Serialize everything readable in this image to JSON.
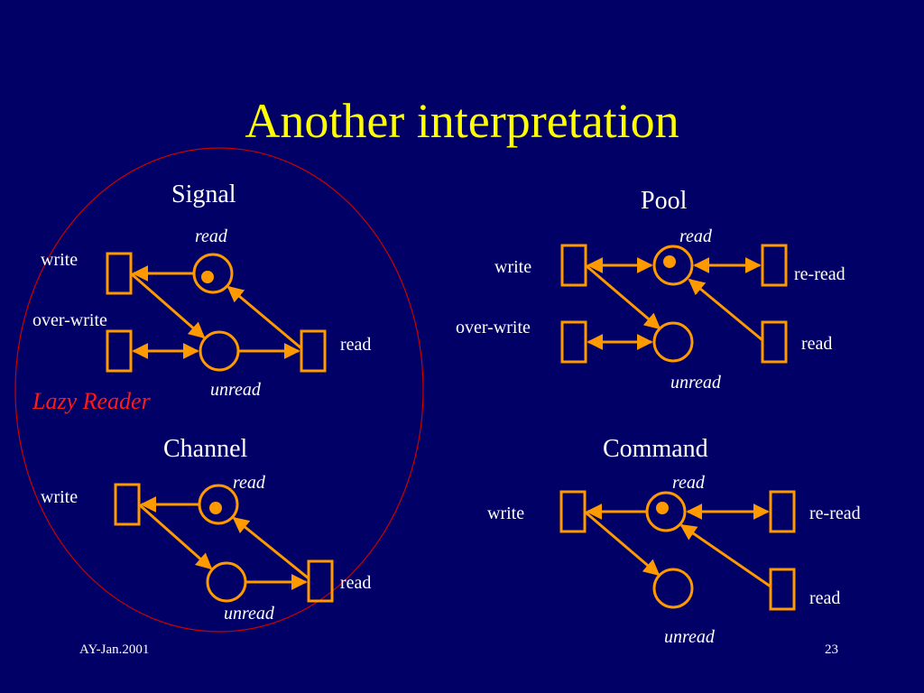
{
  "slide": {
    "title": "Another interpretation",
    "footer_left": "AY-Jan.2001",
    "page_number": "23"
  },
  "colors": {
    "background": "#000066",
    "title": "#ffff00",
    "arc": "#ff9900",
    "token": "#ff9900",
    "group_ellipse": "#cc0000",
    "emphasis_text": "#ff1a1a"
  },
  "signal": {
    "heading": "Signal",
    "write": "write",
    "over_write": "over-write",
    "read_place": "read",
    "unread_place": "unread",
    "read": "read",
    "note": "Lazy Reader"
  },
  "pool": {
    "heading": "Pool",
    "write": "write",
    "over_write": "over-write",
    "read_place": "read",
    "unread_place": "unread",
    "re_read": "re-read",
    "read": "read"
  },
  "channel": {
    "heading": "Channel",
    "write": "write",
    "read_place": "read",
    "unread_place": "unread",
    "read": "read"
  },
  "command": {
    "heading": "Command",
    "write": "write",
    "read_place": "read",
    "unread_place": "unread",
    "re_read": "re-read",
    "read": "read"
  }
}
